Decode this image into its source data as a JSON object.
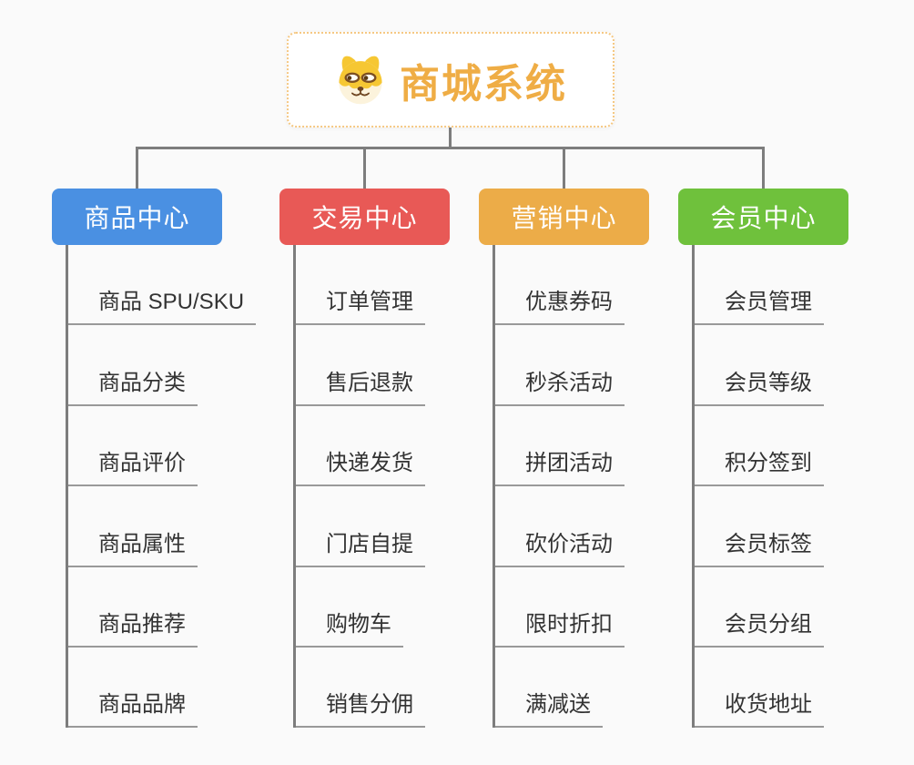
{
  "root": {
    "title": "商城系统",
    "icon": "dog-icon"
  },
  "branches": [
    {
      "label": "商品中心",
      "color": "#4a90e2",
      "children": [
        "商品 SPU/SKU",
        "商品分类",
        "商品评价",
        "商品属性",
        "商品推荐",
        "商品品牌"
      ]
    },
    {
      "label": "交易中心",
      "color": "#e85956",
      "children": [
        "订单管理",
        "售后退款",
        "快递发货",
        "门店自提",
        "购物车",
        "销售分佣"
      ]
    },
    {
      "label": "营销中心",
      "color": "#ecac48",
      "children": [
        "优惠券码",
        "秒杀活动",
        "拼团活动",
        "砍价活动",
        "限时折扣",
        "满减送"
      ]
    },
    {
      "label": "会员中心",
      "color": "#6fc13c",
      "children": [
        "会员管理",
        "会员等级",
        "积分签到",
        "会员标签",
        "会员分组",
        "收货地址"
      ]
    }
  ],
  "colors": {
    "background": "#fafafa",
    "connector": "#7d7d7d",
    "underline": "#999999",
    "item_text": "#333333",
    "root_accent": "#efad45",
    "root_border": "#f5c883"
  }
}
